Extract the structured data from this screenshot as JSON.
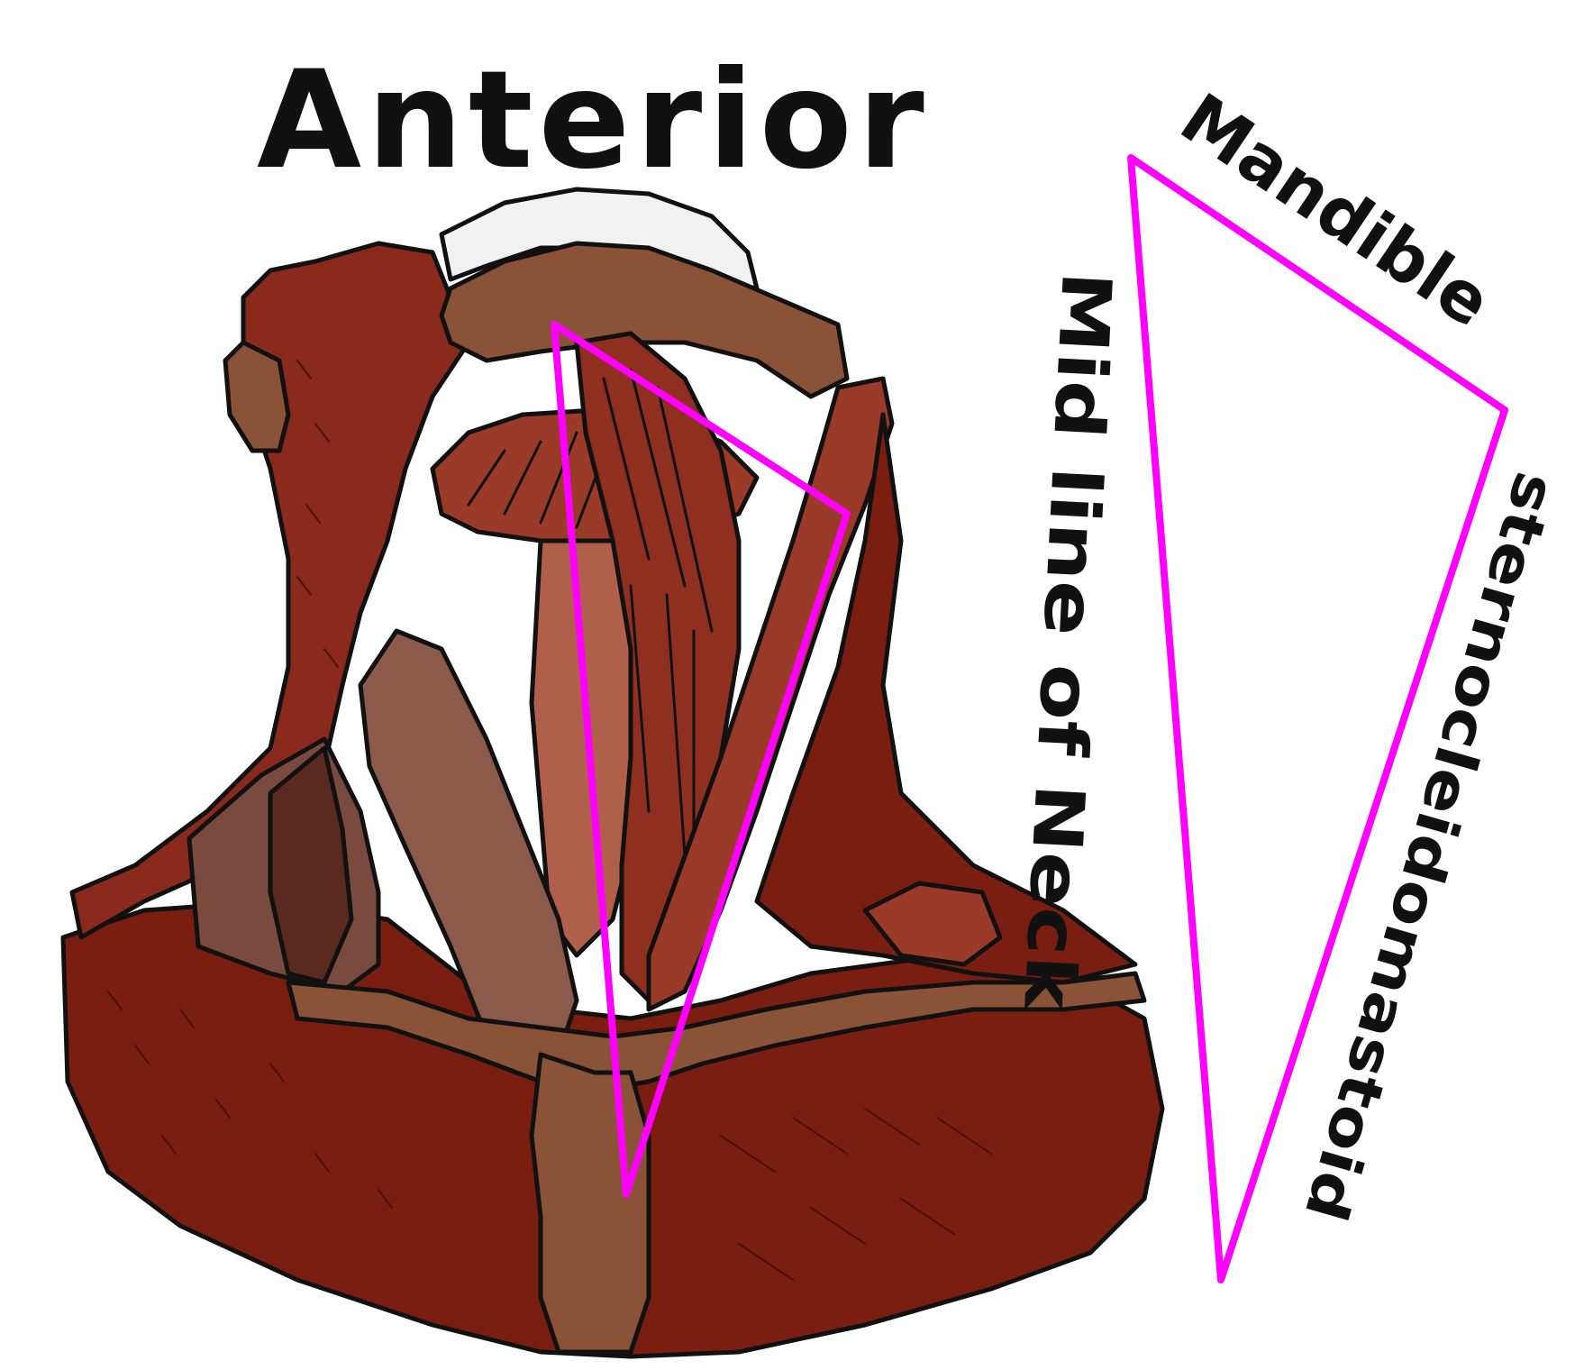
{
  "diagram": {
    "title": "Anterior",
    "labels": {
      "mandible": "Mandible",
      "sternocleidomastoid": "sternocleidomastoid",
      "midline": "Mid line of Neck"
    },
    "triangle_color": "#ff00ff",
    "colors": {
      "muscle_dark": "#7a1e12",
      "muscle_mid": "#8e2f1f",
      "muscle_light": "#a4473a",
      "skin_brown": "#8a5236",
      "tendon_pale": "#8c5a4b",
      "bone_gray": "#f1f1f1",
      "outline": "#111111"
    }
  }
}
